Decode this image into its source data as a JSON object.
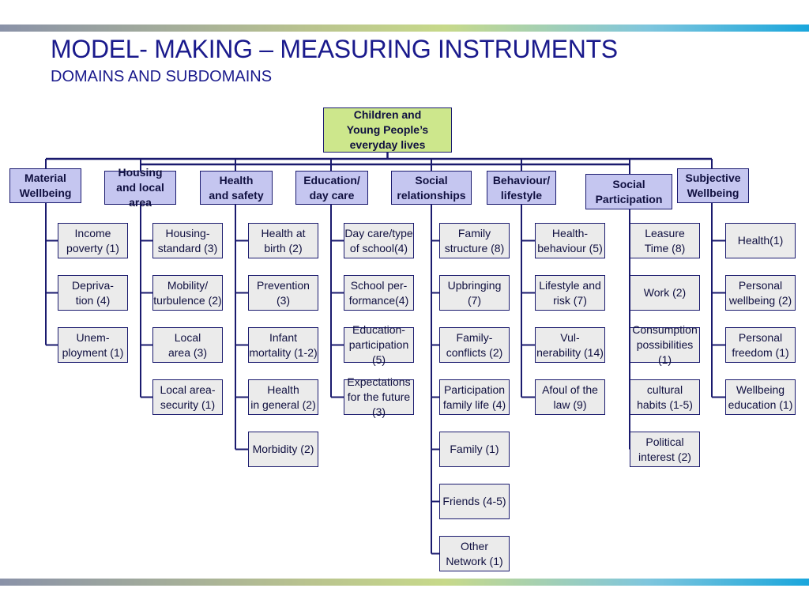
{
  "title": "MODEL- MAKING – MEASURING INSTRUMENTS",
  "subtitle": "DOMAINS AND SUBDOMAINS",
  "colors": {
    "root_fill": "#cde78c",
    "domain_fill": "#c5c6f0",
    "subdomain_fill": "#ebebeb",
    "lines": "#1a1a6e",
    "title_text": "#1a1a8c"
  },
  "root": {
    "label": "Children and\nYoung People’s\neveryday lives"
  },
  "domains": [
    {
      "id": "material",
      "label": "Material\nWellbeing",
      "subdomains": [
        "Income\npoverty (1)",
        "Depriva-\ntion (4)",
        "Unem-\nployment (1)"
      ]
    },
    {
      "id": "housing",
      "label": "Housing\nand local area",
      "subdomains": [
        "Housing-\nstandard (3)",
        "Mobility/\nturbulence (2)",
        "Local\narea (3)",
        "Local area-\nsecurity (1)"
      ]
    },
    {
      "id": "health",
      "label": "Health\nand safety",
      "subdomains": [
        "Health at\nbirth (2)",
        "Prevention\n(3)",
        "Infant\nmortality (1-2)",
        "Health\nin general (2)",
        "Morbidity (2)"
      ]
    },
    {
      "id": "education",
      "label": "Education/\nday care",
      "subdomains": [
        "Day care/type\nof school(4)",
        "School per-\nformance(4)",
        "Education-\nparticipation (5)",
        "Expectations\nfor the future (3)"
      ]
    },
    {
      "id": "social-relationships",
      "label": "Social\nrelationships",
      "subdomains": [
        "Family\nstructure (8)",
        "Upbringing (7)",
        "Family-\nconflicts (2)",
        "Participation\nfamily life (4)",
        "Family (1)",
        "Friends (4-5)",
        "Other\nNetwork (1)"
      ]
    },
    {
      "id": "behaviour",
      "label": "Behaviour/\nlifestyle",
      "subdomains": [
        "Health-\nbehaviour (5)",
        "Lifestyle and\nrisk (7)",
        "Vul-\nnerability (14)",
        "Afoul of the\nlaw (9)"
      ]
    },
    {
      "id": "social-participation",
      "label": "Social\nParticipation",
      "subdomains": [
        "Leasure\nTime (8)",
        "Work (2)",
        "Consumption\npossibilities (1)",
        "cultural\nhabits (1-5)",
        "Political\ninterest (2)"
      ]
    },
    {
      "id": "subjective",
      "label": "Subjective\nWellbeing",
      "subdomains": [
        "Health(1)",
        "Personal\nwellbeing (2)",
        "Personal\nfreedom (1)",
        "Wellbeing\neducation (1)"
      ]
    }
  ]
}
